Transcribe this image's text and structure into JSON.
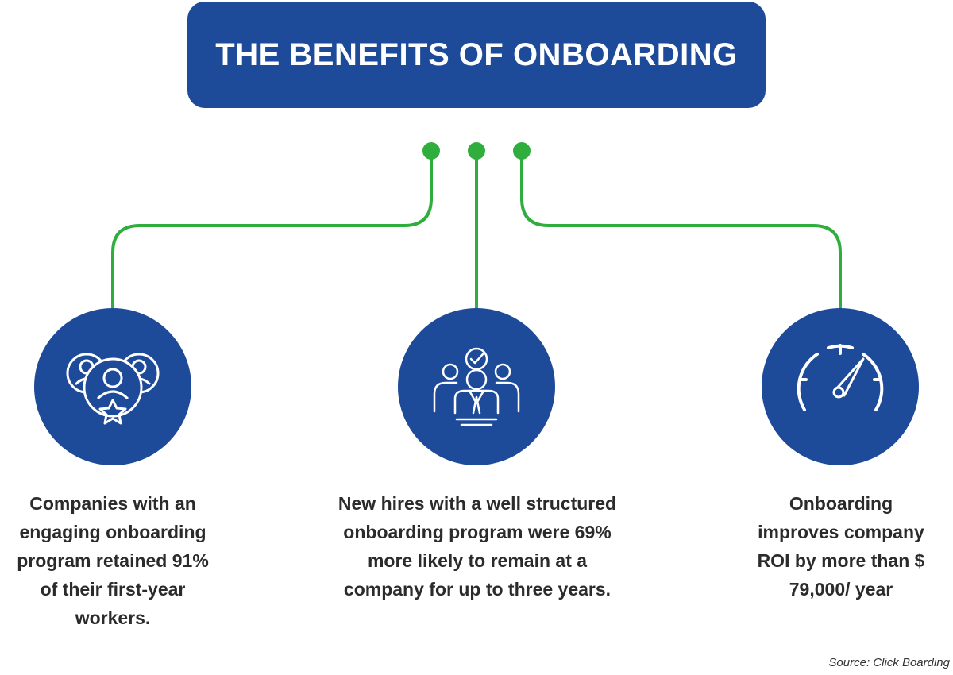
{
  "title": "THE BENEFITS OF ONBOARDING",
  "colors": {
    "primary_blue": "#1e4a9a",
    "connector_green": "#2fae3e",
    "text_dark": "#2b2b2b"
  },
  "benefits": [
    {
      "icon": "team-star-icon",
      "text": "Companies with an engaging onboarding program retained 91% of their first-year workers."
    },
    {
      "icon": "team-checkmark-icon",
      "text": "New hires with a well structured onboarding program were 69% more likely to remain at a company for up to three years."
    },
    {
      "icon": "speedometer-icon",
      "text": "Onboarding improves company ROI by more than $ 79,000/ year"
    }
  ],
  "source": "Source: Click Boarding"
}
